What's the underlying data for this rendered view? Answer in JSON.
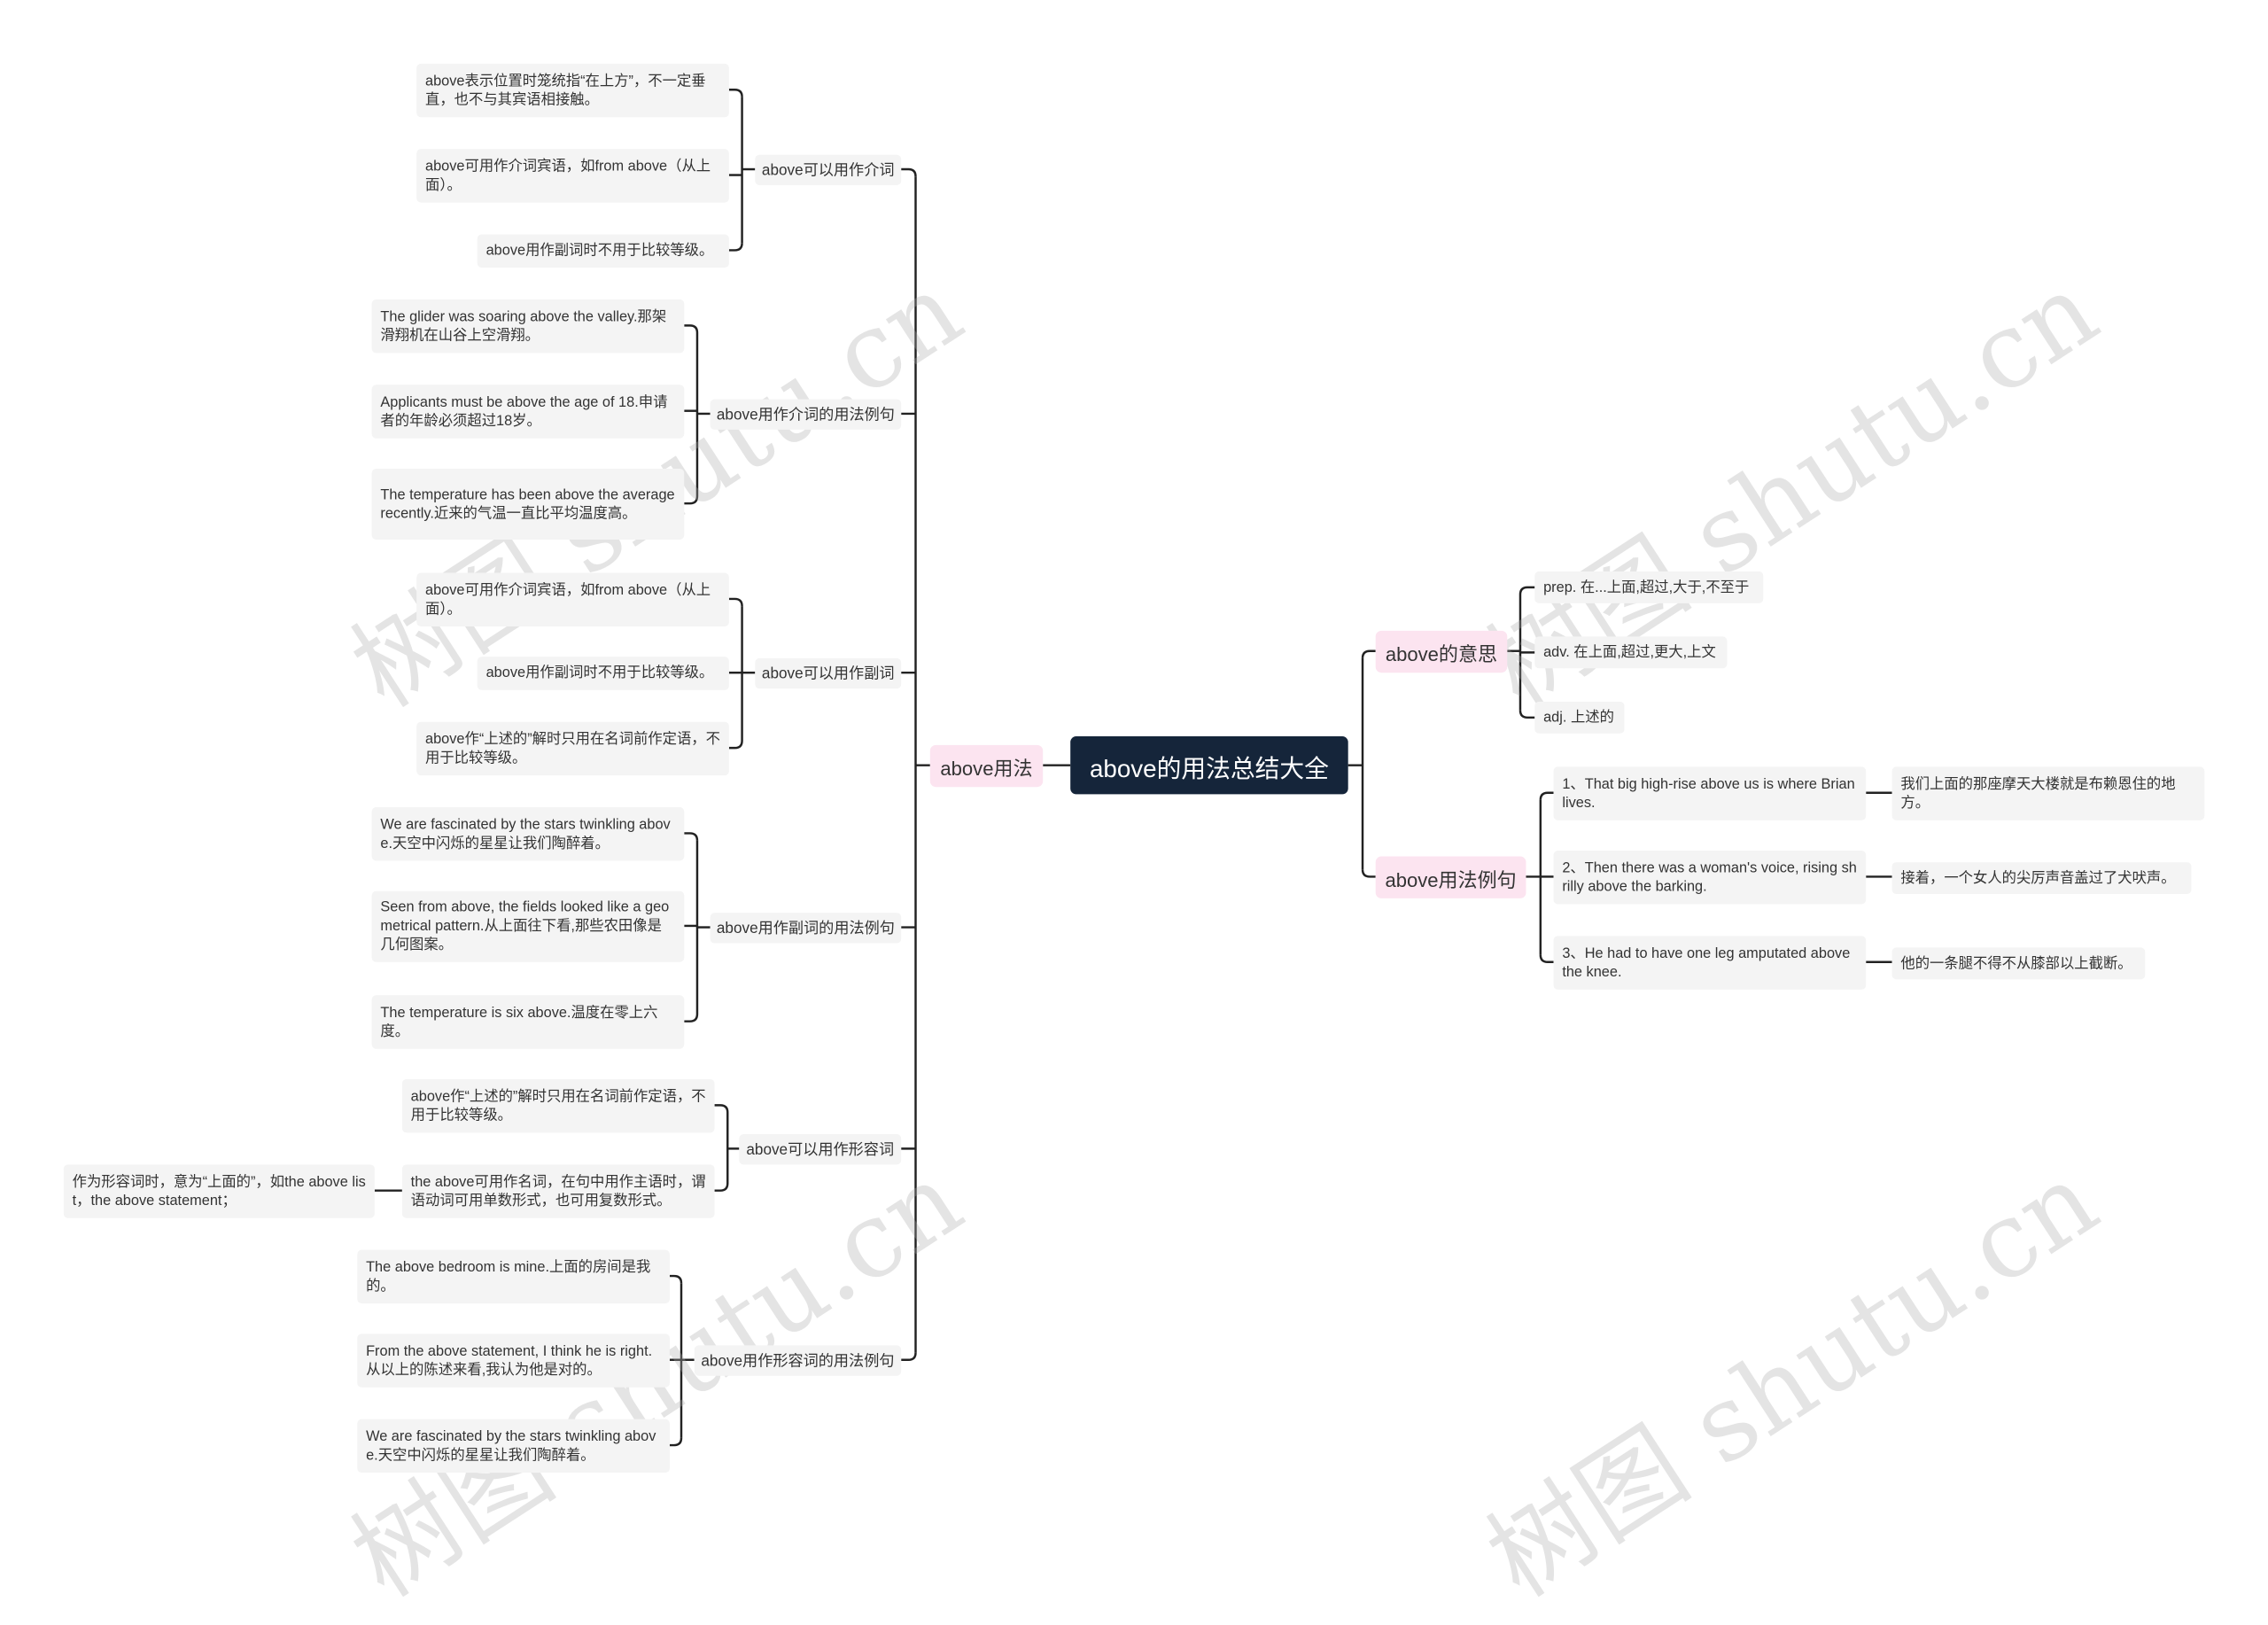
{
  "root": {
    "title": "above的用法总结大全"
  },
  "left": {
    "label": "above用法",
    "branches": [
      {
        "label": "above可以用作介词",
        "leaves": [
          "above表示位置时笼统指“在上方”，不一定垂直，也不与其宾语相接触。",
          "above可用作介词宾语，如from above（从上面）。",
          "above用作副词时不用于比较等级。"
        ]
      },
      {
        "label": "above用作介词的用法例句",
        "leaves": [
          "The glider was soaring above the valley.那架滑翔机在山谷上空滑翔。",
          "Applicants must be above the age of 18.申请者的年龄必须超过18岁。",
          "The temperature has been above the average recently.近来的气温一直比平均温度高。"
        ]
      },
      {
        "label": "above可以用作副词",
        "leaves": [
          "above可用作介词宾语，如from above（从上面）。",
          "above用作副词时不用于比较等级。",
          "above作“上述的”解时只用在名词前作定语，不用于比较等级。"
        ]
      },
      {
        "label": "above用作副词的用法例句",
        "leaves": [
          "We are fascinated by the stars twinkling above.天空中闪烁的星星让我们陶醉着。",
          "Seen from above, the fields looked like a geometrical pattern.从上面往下看,那些农田像是几何图案。",
          "The temperature is six above.温度在零上六度。"
        ]
      },
      {
        "label": "above可以用作形容词",
        "leaves": [
          "above作“上述的”解时只用在名词前作定语，不用于比较等级。",
          "the above可用作名词，在句中用作主语时，谓语动词可用单数形式，也可用复数形式。"
        ],
        "extra": "作为形容词时，意为“上面的”，如the above list，the above statement；"
      },
      {
        "label": "above用作形容词的用法例句",
        "leaves": [
          "The above bedroom is mine.上面的房间是我的。",
          "From the above statement, I think he is right.从以上的陈述来看,我认为他是对的。",
          "We are fascinated by the stars twinkling above.天空中闪烁的星星让我们陶醉着。"
        ]
      }
    ]
  },
  "right": {
    "meaning": {
      "label": "above的意思",
      "items": [
        "prep. 在...上面,超过,大于,不至于",
        "adv. 在上面,超过,更大,上文",
        "adj. 上述的"
      ]
    },
    "examples": {
      "label": "above用法例句",
      "items": [
        {
          "en": "1、That big high-rise above us is where Brian lives.",
          "zh": "我们上面的那座摩天大楼就是布赖恩住的地方。"
        },
        {
          "en": "2、Then there was a woman's voice, rising shrilly above the barking.",
          "zh": "接着，一个女人的尖厉声音盖过了犬吠声。"
        },
        {
          "en": "3、He had to have one leg amputated above the knee.",
          "zh": "他的一条腿不得不从膝部以上截断。"
        }
      ]
    }
  },
  "watermark": "树图 shutu.cn",
  "colors": {
    "root_bg": "#15253a",
    "l1_bg": "#fce4f0",
    "leaf_bg": "#f4f4f4",
    "line": "#222222"
  }
}
